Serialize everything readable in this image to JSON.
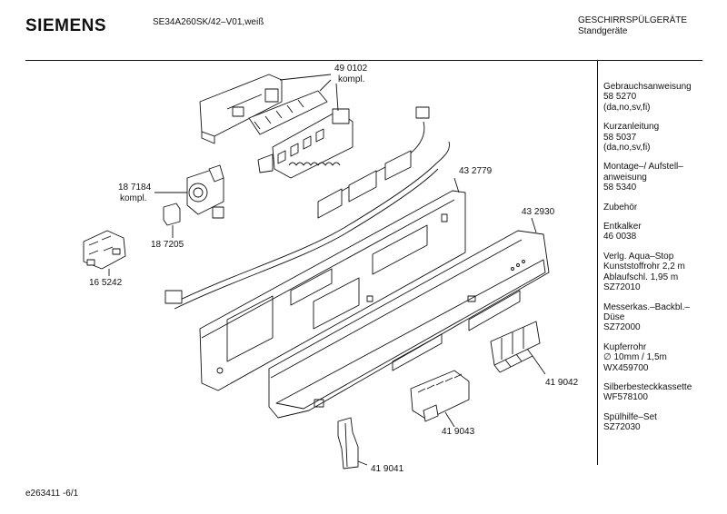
{
  "header": {
    "brand": "SIEMENS",
    "model": "SE34A260SK/42–V01,weiß",
    "category": "GESCHIRRSPÜLGERÄTE",
    "subcategory": "Standgeräte"
  },
  "labels": {
    "p490102": "49 0102",
    "p490102_sub": "kompl.",
    "p187184": "18 7184",
    "p187184_sub": "kompl.",
    "p187205": "18 7205",
    "p165242": "16 5242",
    "p432779": "43 2779",
    "p432930": "43 2930",
    "p419042": "41 9042",
    "p419043": "41 9043",
    "p419041": "41 9041"
  },
  "sidebar": [
    [
      "Gebrauchsanweisung",
      "58 5270",
      "(da,no,sv,fi)"
    ],
    [
      "Kurzanleitung",
      "58 5037",
      "(da,no,sv,fi)"
    ],
    [
      "Montage–/ Aufstell–",
      "anweisung",
      "58 5340"
    ],
    [
      "Zubehör"
    ],
    [
      "Entkalker",
      "46 0038"
    ],
    [
      "Verlg. Aqua–Stop",
      "Kunststoffrohr 2,2 m",
      "Ablaufschl. 1,95 m",
      "SZ72010"
    ],
    [
      "Messerkas.–Backbl.–",
      "Düse",
      "SZ72000"
    ],
    [
      "Kupferrohr",
      "∅ 10mm / 1,5m",
      "WX459700"
    ],
    [
      "Silberbesteckkassette",
      "WF578100"
    ],
    [
      "Spülhilfe–Set",
      "SZ72030"
    ]
  ],
  "footer": {
    "code": "e263411 -6/1"
  }
}
